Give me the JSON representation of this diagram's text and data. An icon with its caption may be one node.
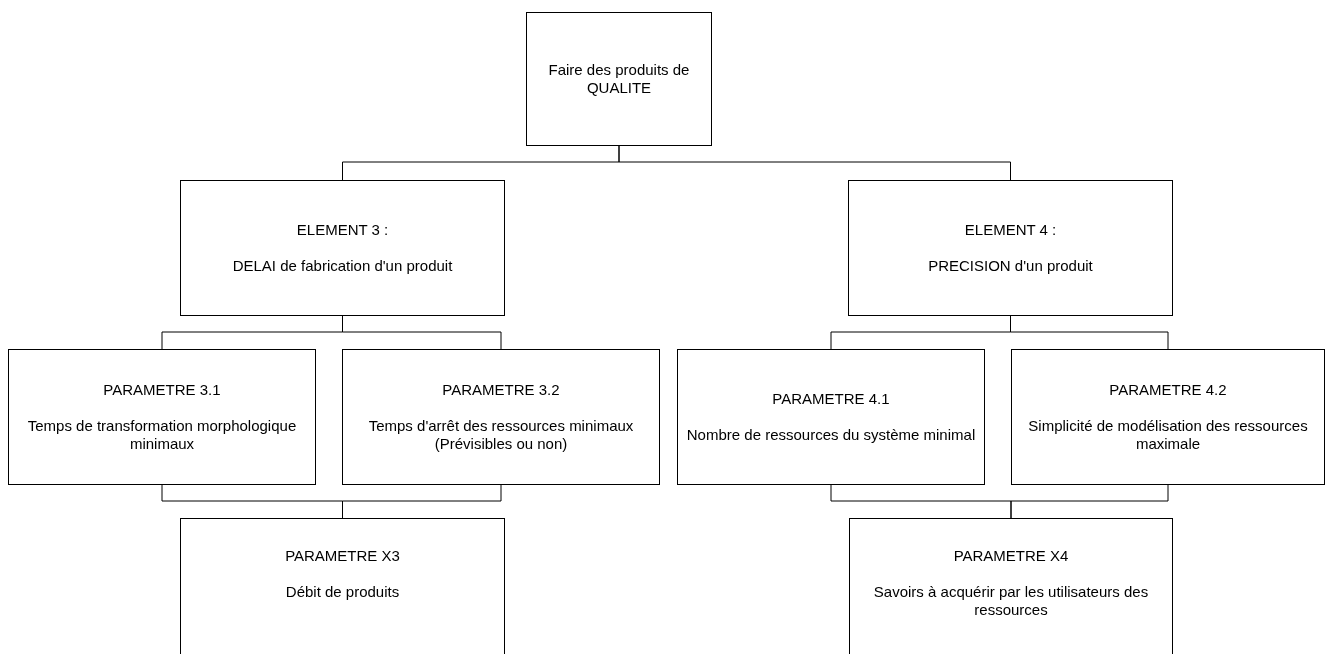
{
  "diagram": {
    "nodes": [
      {
        "text": [
          "Faire des produits de QUALITE"
        ]
      },
      {
        "text": [
          "ELEMENT 3 :",
          "DELAI de fabrication d'un produit"
        ]
      },
      {
        "text": [
          "ELEMENT 4 :",
          "PRECISION d'un produit"
        ]
      },
      {
        "text": [
          "PARAMETRE 3.1",
          "Temps de transformation morphologique minimaux"
        ]
      },
      {
        "text": [
          "PARAMETRE 3.2",
          "Temps d'arrêt des ressources minimaux (Prévisibles ou non)"
        ]
      },
      {
        "text": [
          "PARAMETRE 4.1",
          "Nombre de ressources du système minimal"
        ]
      },
      {
        "text": [
          "PARAMETRE 4.2",
          "Simplicité de modélisation des ressources maximale"
        ]
      },
      {
        "text": [
          "PARAMETRE X3",
          "Débit de produits"
        ]
      },
      {
        "text": [
          "PARAMETRE X4",
          "Savoirs à acquérir par les utilisateurs des ressources"
        ]
      }
    ],
    "edges": [
      {
        "from": 0,
        "to": 1,
        "arrow": "none"
      },
      {
        "from": 0,
        "to": 2,
        "arrow": "none"
      },
      {
        "from": 1,
        "to": 3,
        "arrow": "none"
      },
      {
        "from": 1,
        "to": 4,
        "arrow": "none"
      },
      {
        "from": 2,
        "to": 5,
        "arrow": "none"
      },
      {
        "from": 2,
        "to": 6,
        "arrow": "none"
      },
      {
        "from": 3,
        "to": 7,
        "arrow": "none"
      },
      {
        "from": 4,
        "to": 7,
        "arrow": "none"
      },
      {
        "from": 5,
        "to": 8,
        "arrow": "none"
      },
      {
        "from": 6,
        "to": 8,
        "arrow": "none"
      }
    ]
  }
}
